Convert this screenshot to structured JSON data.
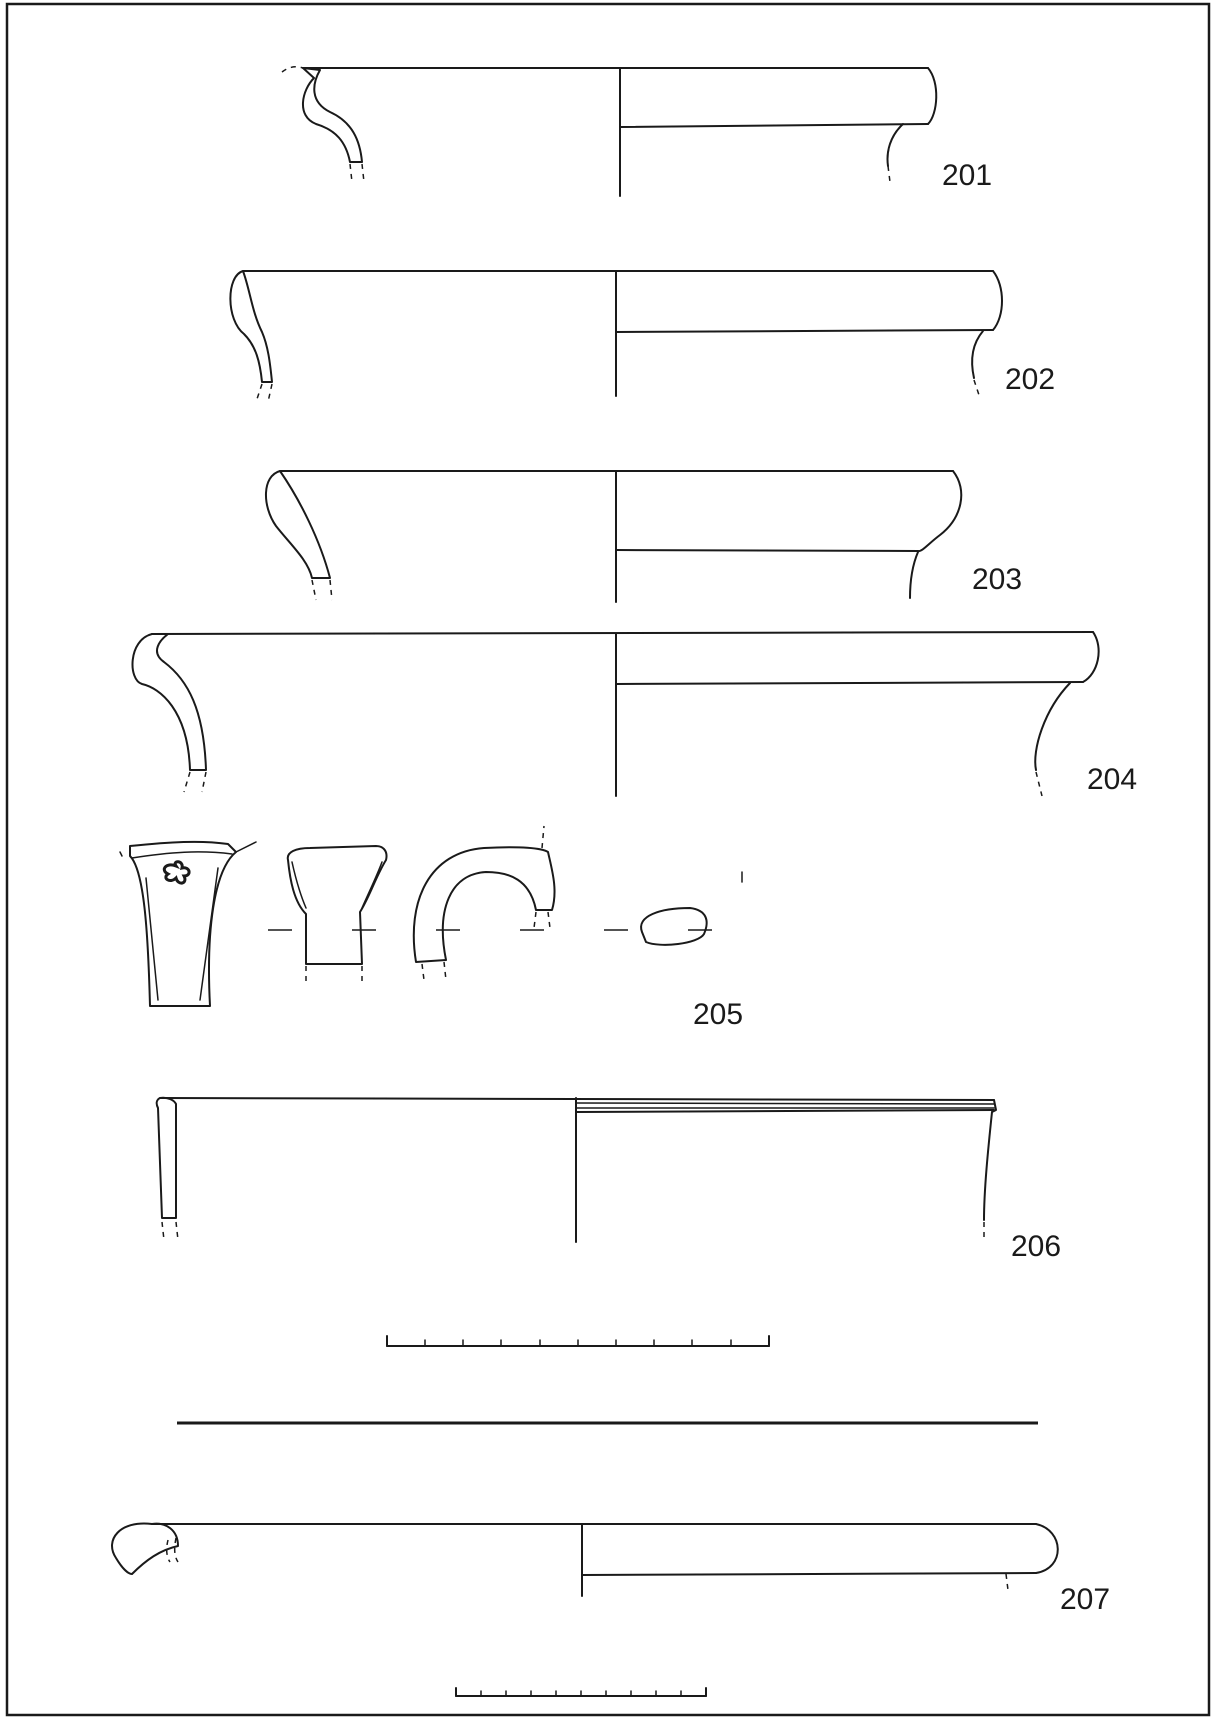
{
  "figure": {
    "catalog_numbers": [
      "201",
      "202",
      "203",
      "204",
      "205",
      "206",
      "207"
    ]
  }
}
